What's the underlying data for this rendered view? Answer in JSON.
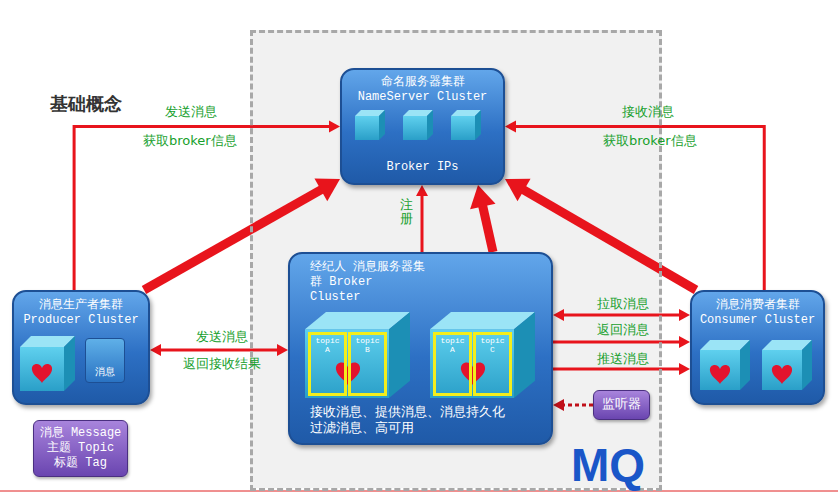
{
  "diagram": {
    "title": "基础概念",
    "nodes": [
      {
        "text": [
          "MQ"
        ]
      },
      {
        "text": [
          "命名服务器集群 NameServer Cluster",
          "Broker IPs"
        ],
        "in": 0
      },
      {
        "text": [
          "经纪人 消息服务器集群 Broker Cluster",
          "接收消息、提供消息、消息持久化 过滤消息、高可用"
        ],
        "in": 0
      },
      {
        "text": [
          "topic A"
        ],
        "in": 2
      },
      {
        "text": [
          "topic B"
        ],
        "in": 2
      },
      {
        "text": [
          "topic A"
        ],
        "in": 2
      },
      {
        "text": [
          "topic C"
        ],
        "in": 2
      },
      {
        "text": [
          "监听器"
        ],
        "in": 0
      },
      {
        "text": [
          "消息生产者集群 Producer Cluster"
        ]
      },
      {
        "text": [
          "消息"
        ],
        "in": 8
      },
      {
        "text": [
          "消息消费者集群 Consumer Cluster"
        ]
      },
      {
        "text": [
          "消息 Message 主题 Topic 标题 Tag"
        ]
      }
    ],
    "edges": [
      {
        "from": 8,
        "to": 1,
        "arrow": "to",
        "label": "发送消息"
      },
      {
        "from": 8,
        "to": 1,
        "arrow": "to"
      },
      {
        "from": 10,
        "to": 1,
        "arrow": "to",
        "label": "接收消息"
      },
      {
        "from": 10,
        "to": 1,
        "arrow": "to"
      },
      {
        "from": 2,
        "to": 1,
        "arrow": "to",
        "label": "注册"
      },
      {
        "from": 2,
        "to": 1,
        "arrow": "to"
      },
      {
        "from": 8,
        "to": 2,
        "arrow": "both",
        "label": "发送消息"
      },
      {
        "from": 2,
        "to": 10,
        "arrow": "both",
        "label": "拉取消息"
      },
      {
        "from": 2,
        "to": 10,
        "arrow": "to",
        "label": "返回消息"
      },
      {
        "from": 2,
        "to": 10,
        "arrow": "to",
        "label": "推送消息"
      },
      {
        "from": 7,
        "to": 2,
        "arrow": "to"
      }
    ],
    "labels": [
      "获取broker信息",
      "获取broker信息",
      "返回接收结果"
    ]
  }
}
